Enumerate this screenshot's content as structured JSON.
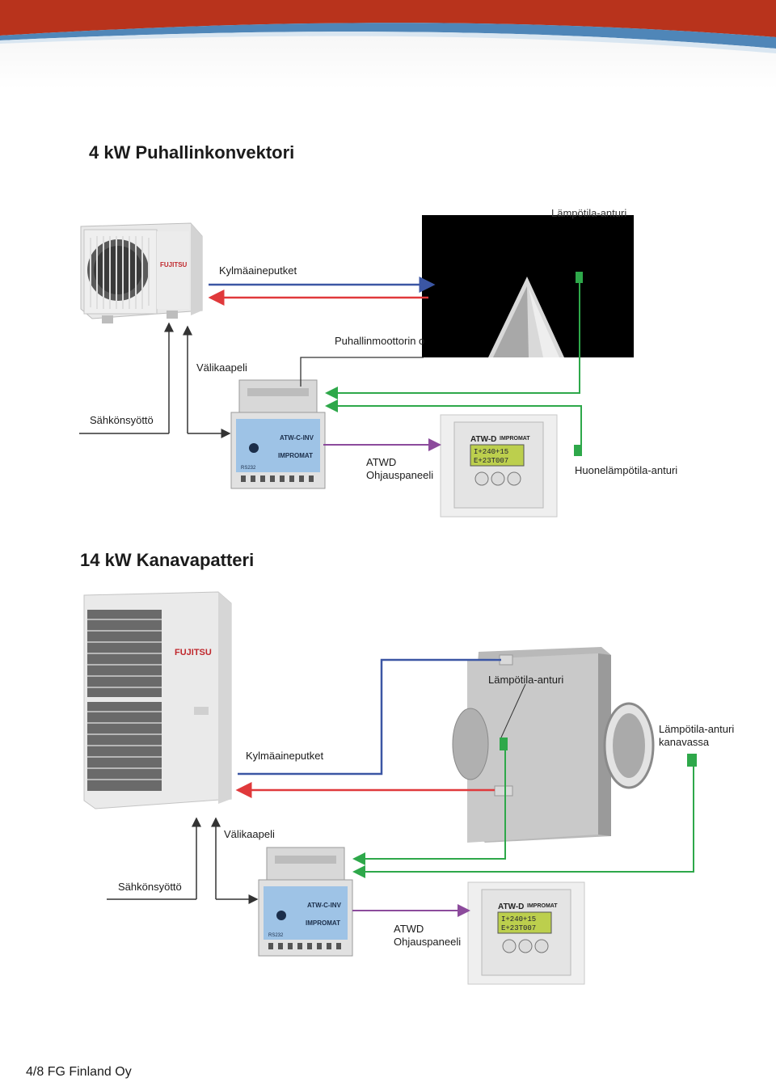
{
  "colors": {
    "banner_red": "#b8331c",
    "banner_blue": "#4f86b8",
    "refrigerant_blue": "#3b56a4",
    "refrigerant_red": "#e0393b",
    "control_green": "#2ea84a",
    "signal_purple": "#8c4b9c",
    "cable_gray": "#444444"
  },
  "section1": {
    "title": "4 kW Puhallinkonvektori",
    "labels": {
      "temp_sensor_top": "Lämpötila-anturi",
      "refrigerant_pipes": "Kylmäaineputket",
      "fan_motor": "Puhallinmoottorin o",
      "intermediate_cable": "Välikaapeli",
      "power_supply": "Sähkönsyöttö",
      "atwd_line1": "ATWD",
      "atwd_line2": "Ohjauspaneeli",
      "room_sensor": "Huonelämpötila-anturi"
    }
  },
  "section2": {
    "title": "14 kW Kanavapatteri",
    "labels": {
      "temp_sensor": "Lämpötila-anturi",
      "duct_sensor_line1": "Lämpötila-anturi",
      "duct_sensor_line2": "kanavassa",
      "refrigerant_pipes": "Kylmäaineputket",
      "intermediate_cable": "Välikaapeli",
      "power_supply": "Sähkönsyöttö",
      "atwd_line1": "ATWD",
      "atwd_line2": "Ohjauspaneeli"
    }
  },
  "device_text": {
    "brand": "FUJITSU",
    "controller_model": "ATW-C-INV",
    "controller_brand": "IMPROMAT",
    "controller_port": "RS232",
    "panel_model": "ATW-D",
    "panel_brand": "IMPROMAT",
    "panel_lcd_line1": "I+240+15",
    "panel_lcd_line2": "E+23T007"
  },
  "footer": {
    "text": "4/8 FG Finland Oy"
  }
}
